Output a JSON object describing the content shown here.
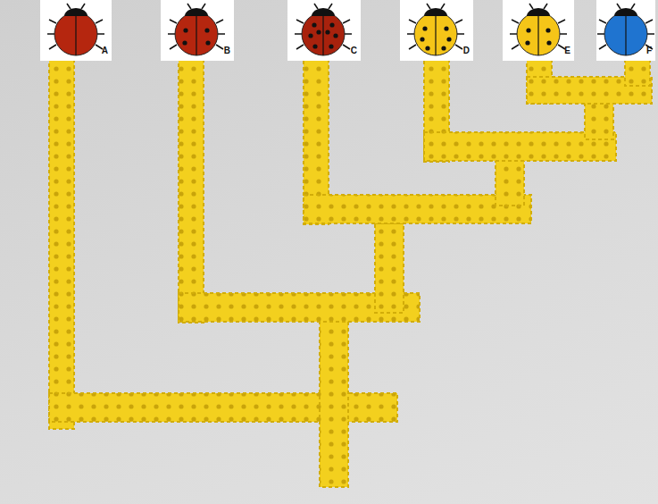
{
  "diagram": {
    "nodes": [
      {
        "text": [
          "A"
        ]
      },
      {
        "text": [
          "B"
        ]
      },
      {
        "text": [
          "C"
        ]
      },
      {
        "text": [
          "D"
        ]
      },
      {
        "text": [
          "E"
        ]
      },
      {
        "text": [
          "F"
        ]
      }
    ]
  }
}
